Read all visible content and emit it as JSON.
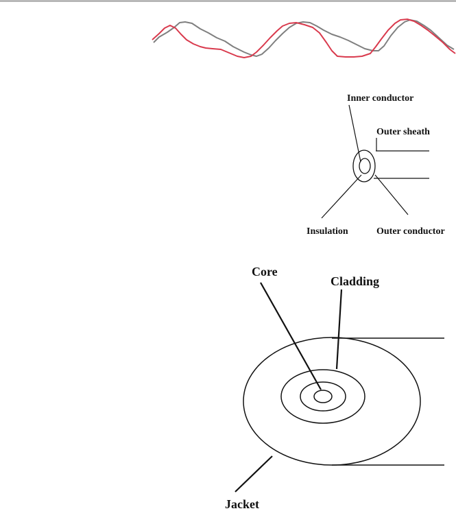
{
  "colors": {
    "background": "#ffffff",
    "frame_line": "#9a9a9a",
    "wave_gray": "#7f7f7f",
    "wave_red": "#d93a4d",
    "line": "#111111",
    "text": "#111111"
  },
  "waves": {
    "series": [
      {
        "color_key": "wave_gray"
      },
      {
        "color_key": "wave_red"
      }
    ]
  },
  "coax": {
    "labels": {
      "inner_conductor": "Inner conductor",
      "outer_sheath": "Outer sheath",
      "insulation": "Insulation",
      "outer_conductor": "Outer conductor"
    }
  },
  "fiber": {
    "labels": {
      "core": "Core",
      "cladding": "Cladding",
      "jacket": "Jacket"
    }
  }
}
